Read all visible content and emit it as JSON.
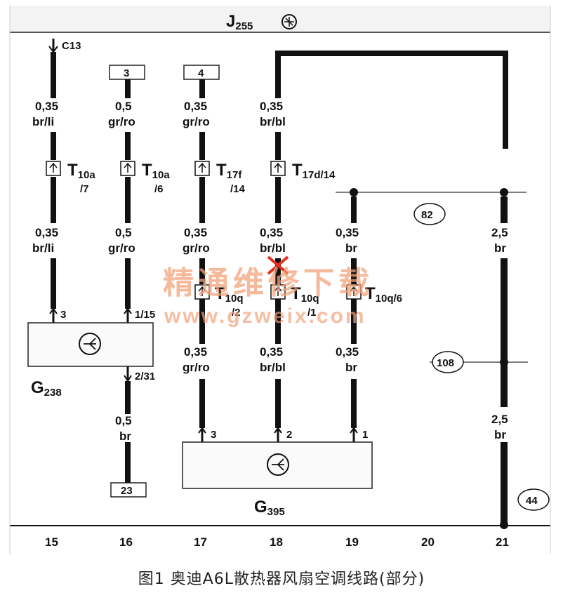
{
  "header": {
    "component": "J",
    "component_sub": "255"
  },
  "pin_c13": "C13",
  "top_boxes": [
    "3",
    "4"
  ],
  "connectors": [
    {
      "name": "T",
      "sub": "10a",
      "pin": "/7"
    },
    {
      "name": "T",
      "sub": "10a",
      "pin": "/6"
    },
    {
      "name": "T",
      "sub": "17f",
      "pin": "/14"
    },
    {
      "name": "T",
      "sub": "17d/14",
      "pin": ""
    },
    {
      "name": "T",
      "sub": "10q",
      "pin": "/2"
    },
    {
      "name": "T",
      "sub": "10q",
      "pin": "/1"
    },
    {
      "name": "T",
      "sub": "10q/6",
      "pin": ""
    }
  ],
  "wires": {
    "w15a": {
      "size": "0,35",
      "color": "br/li"
    },
    "w16a": {
      "size": "0,5",
      "color": "gr/ro"
    },
    "w17a": {
      "size": "0,35",
      "color": "gr/ro"
    },
    "w18a": {
      "size": "0,35",
      "color": "br/bl"
    },
    "w15b": {
      "size": "0,35",
      "color": "br/li"
    },
    "w16b": {
      "size": "0,5",
      "color": "gr/ro"
    },
    "w17b": {
      "size": "0,35",
      "color": "gr/ro"
    },
    "w18b": {
      "size": "0,35",
      "color": "br/bl"
    },
    "w19b": {
      "size": "0,35",
      "color": "br"
    },
    "w21b": {
      "size": "2,5",
      "color": "br"
    },
    "w17c": {
      "size": "0,35",
      "color": "gr/ro"
    },
    "w18c": {
      "size": "0,35",
      "color": "br/bl"
    },
    "w19c": {
      "size": "0,35",
      "color": "br"
    },
    "w16d": {
      "size": "0,5",
      "color": "br"
    },
    "w21d": {
      "size": "2,5",
      "color": "br"
    }
  },
  "pins": {
    "g238_a": "3",
    "g238_b": "1/15",
    "g238_c": "2/31",
    "g395_a": "3",
    "g395_b": "2",
    "g395_c": "1"
  },
  "components": {
    "g238": {
      "name": "G",
      "sub": "238"
    },
    "g395": {
      "name": "G",
      "sub": "395"
    }
  },
  "circles": [
    "82",
    "108",
    "44"
  ],
  "bottom_box": "23",
  "column_numbers": [
    "15",
    "16",
    "17",
    "18",
    "19",
    "20",
    "21"
  ],
  "watermark": {
    "line1": "精通维修下载",
    "line2": "www.gzweix.com"
  },
  "caption": "图1 奥迪A6L散热器风扇空调线路(部分)",
  "colors": {
    "wire": "#111111",
    "watermark": "#f2a27a",
    "fault_mark": "#e03020"
  }
}
